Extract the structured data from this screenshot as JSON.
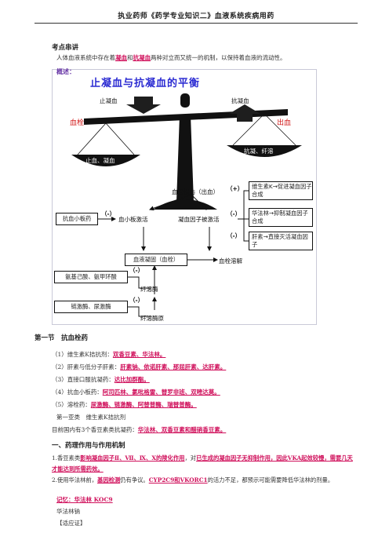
{
  "header": {
    "title": "执业药师《药学专业知识二》血液系统疾病用药"
  },
  "review": {
    "label": "考点串讲",
    "intro_pre": "人体血液系统中存在着",
    "intro_hl1": "凝血",
    "intro_mid": "和",
    "intro_hl2": "抗凝血",
    "intro_post": "两种对立而又统一的机制，以保持着血液的流动性。",
    "overview_label": "概述："
  },
  "figure": {
    "title": "止凝血与抗凝血的平衡",
    "scale_left_top": "止凝血",
    "scale_right_top": "抗凝血",
    "scale_left_side": "血栓",
    "scale_right_side": "出血",
    "pan_left": "止血、凝血",
    "pan_right": "抗凝、纤溶",
    "node_vessel": "血管损伤（出血）",
    "node_antiplatelet": "抗血小板药",
    "node_platelet": "血小板激活",
    "node_factor": "凝血因子被激活",
    "box_vitk": "维生素K→促进凝血因子合成",
    "box_warfarin": "华法林→抑制凝血因子合成",
    "box_heparin": "肝素→直接灭活凝血因子",
    "sign_plus": "（+）",
    "sign_minus1": "（-）",
    "sign_minus2": "（-）",
    "sign_minus3": "（-）",
    "sign_minus4": "（-）",
    "sign_minus5": "（-）",
    "node_clot": "血液凝固（血栓）",
    "node_lysis": "血栓溶解",
    "box_aminocaproic": "氨基己酸、氨甲环酸",
    "node_plasmin": "纤溶酶",
    "box_streptokinase": "链激酶、尿激酶",
    "node_plasminogen": "纤溶酶原"
  },
  "section": {
    "title": "第一节　抗血栓药",
    "classes": [
      {
        "prefix": "（1）维生素K拮抗剂：",
        "drugs": "双香豆素、华法林。"
      },
      {
        "prefix": "（2）肝素与低分子肝素：",
        "drugs": "肝素钠、依诺肝素、那屈肝素、达肝素。"
      },
      {
        "prefix": "（3）直接口服抗凝药：",
        "drugs": "达比加群酯。"
      },
      {
        "prefix": "（4）抗血小板药：",
        "drugs": "阿司匹林、氯吡格雷、替罗非班、双嘧达莫。"
      },
      {
        "prefix": "（5）溶栓药：",
        "drugs": "尿激酶、链激酶、阿替普酶、瑞替普酶。"
      }
    ],
    "class1_title": "第一亚类　维生素K拮抗剂",
    "domestic_pre": "目前国内有3个香豆素类抗凝药：",
    "domestic_hl": "华法林、双香豆素和醋硝香豆素。"
  },
  "pharmacology": {
    "title": "一、药理作用与作用机制",
    "p1_pre": "1.香豆素类",
    "p1_hl1": "影响凝血因子Ⅱ、Ⅶ、Ⅸ、Ⅹ的羧化作用",
    "p1_mid": "，对",
    "p1_hl2": "已生成的凝血因子无抑制作用，因此VKA起效较慢，需要几天才能达到所需药效。",
    "p2_pre": "2.使用华法林前，",
    "p2_hl1": "基因检测",
    "p2_mid": "仍有争议。",
    "p2_hl2": "CYP2C9和VKORC1",
    "p2_post": "的活力不足，都预示可能需要降低华法林的剂量。",
    "memory_label": "记忆：华法林 KOC9",
    "drug_name": "华法林钠",
    "indication": "【适应证】"
  }
}
